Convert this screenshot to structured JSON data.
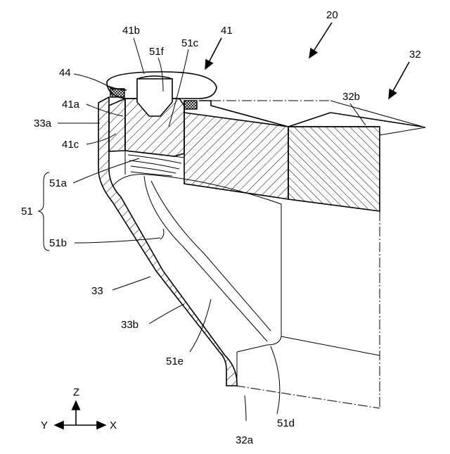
{
  "labels": {
    "l20": "20",
    "l32": "32",
    "l32b": "32b",
    "l41": "41",
    "l41b": "41b",
    "l51f": "51f",
    "l51c": "51c",
    "l44": "44",
    "l41a": "41a",
    "l33a": "33a",
    "l41c": "41c",
    "l51a": "51a",
    "l51": "51",
    "l51b": "51b",
    "l33": "33",
    "l33b": "33b",
    "l51e": "51e",
    "l32a": "32a",
    "l51d": "51d"
  },
  "axes": {
    "z": "Z",
    "y": "Y",
    "x": "X"
  }
}
